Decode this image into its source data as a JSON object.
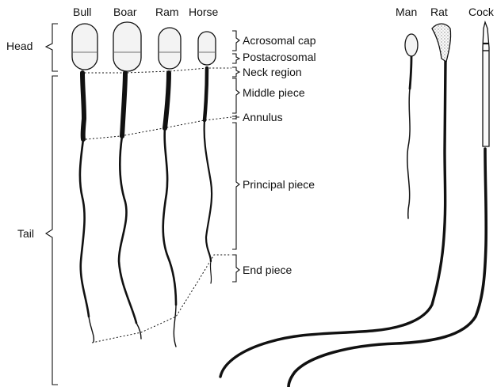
{
  "species": {
    "bull": "Bull",
    "boar": "Boar",
    "ram": "Ram",
    "horse": "Horse",
    "man": "Man",
    "rat": "Rat",
    "cock": "Cock"
  },
  "regions": {
    "head": "Head",
    "tail": "Tail"
  },
  "parts": {
    "acrosomal_cap": "Acrosomal cap",
    "postacrosomal": "Postacrosomal",
    "neck_region": "Neck region",
    "middle_piece": "Middle piece",
    "annulus": "Annulus",
    "principal_piece": "Principal piece",
    "end_piece": "End piece"
  }
}
